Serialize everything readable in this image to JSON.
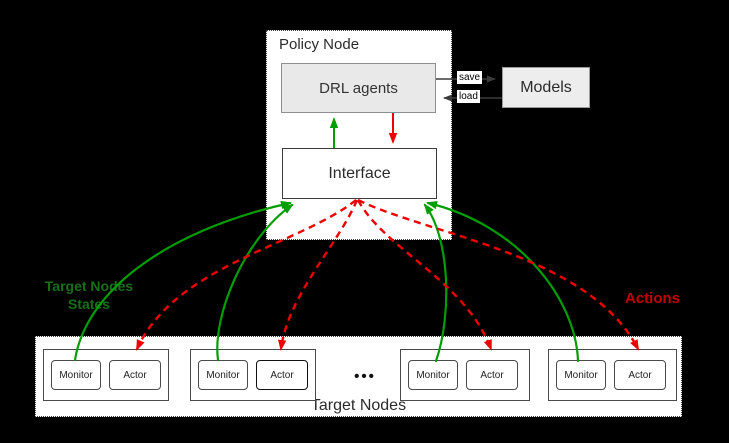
{
  "policy_node": {
    "title": "Policy Node",
    "drl_agents_label": "DRL agents",
    "interface_label": "Interface"
  },
  "models": {
    "label": "Models"
  },
  "model_io": {
    "save_label": "save",
    "load_label": "load"
  },
  "edge_labels": {
    "states_line1": "Target Nodes",
    "states_line2": "States",
    "actions": "Actions"
  },
  "target_nodes": {
    "section_label": "Target Nodes",
    "ellipsis": "•••",
    "groups": [
      {
        "monitor": "Monitor",
        "actor": "Actor"
      },
      {
        "monitor": "Monitor",
        "actor": "Actor"
      },
      {
        "monitor": "Monitor",
        "actor": "Actor"
      },
      {
        "monitor": "Monitor",
        "actor": "Actor"
      }
    ]
  },
  "colors": {
    "background": "#000000",
    "states_line_green": "#009e00",
    "states_label_green": "#176f17",
    "actions_line_red": "#ee0000",
    "actions_label_red": "#c40000",
    "box_fill_gray": "#e9e9e9",
    "save_load_arrow": "#3a3a3a"
  }
}
